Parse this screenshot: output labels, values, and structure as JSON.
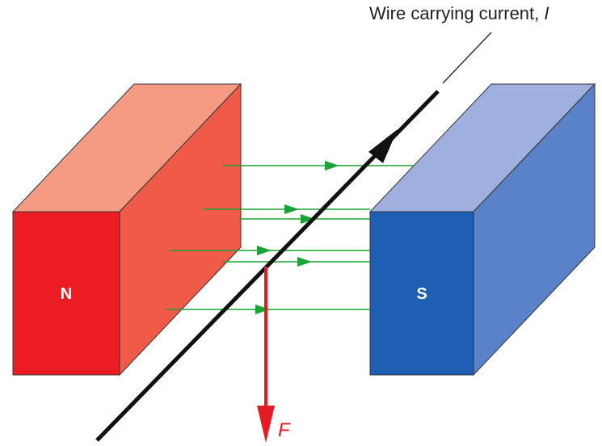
{
  "caption": {
    "text_main": "Wire carrying current, ",
    "text_symbol": "I"
  },
  "magnets": {
    "north": {
      "label": "N",
      "front_color": "#ec1c24",
      "side_color": "#f05a48",
      "top_color": "#f69a84"
    },
    "south": {
      "label": "S",
      "front_color": "#1e5fb4",
      "side_color": "#5a82c8",
      "top_color": "#9fb0de"
    }
  },
  "force": {
    "label": "F",
    "color": "#e41b23"
  },
  "field_line_color": "#1aa337",
  "wire_color": "#111111"
}
